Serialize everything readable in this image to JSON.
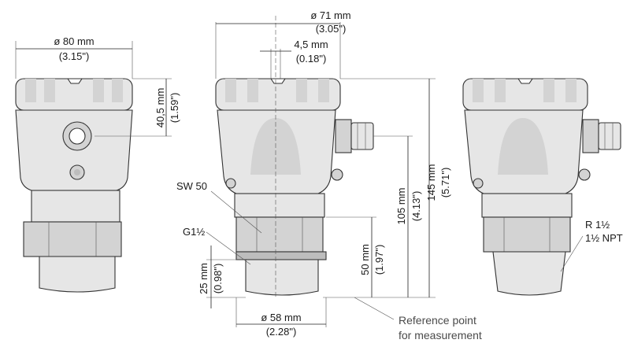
{
  "labels": {
    "d71_mm": "ø 71 mm",
    "d71_in": "(3.05\")",
    "d80_mm": "ø 80 mm",
    "d80_in": "(3.15\")",
    "w45_mm": "4,5 mm",
    "w45_in": "(0.18\")",
    "h405_mm": "40,5 mm",
    "h405_in": "(1.59\")",
    "h145_mm": "145 mm",
    "h145_in": "(5.71\")",
    "h105_mm": "105 mm",
    "h105_in": "(4.13\")",
    "h50_mm": "50 mm",
    "h50_in": "(1.97\")",
    "h25_mm": "25 mm",
    "h25_in": "(0.98\")",
    "d58_mm": "ø 58 mm",
    "d58_in": "(2.28\")",
    "sw50": "SW 50",
    "g1half": "G1½",
    "r1half": "R 1½",
    "npt": "1½ NPT",
    "ref_line1": "Reference point",
    "ref_line2": "for measurement"
  },
  "colors": {
    "body_light": "#e6e6e6",
    "body_mid": "#d3d3d3",
    "body_dark": "#bdbdbd",
    "outline": "#333333",
    "dimension": "#222222"
  }
}
